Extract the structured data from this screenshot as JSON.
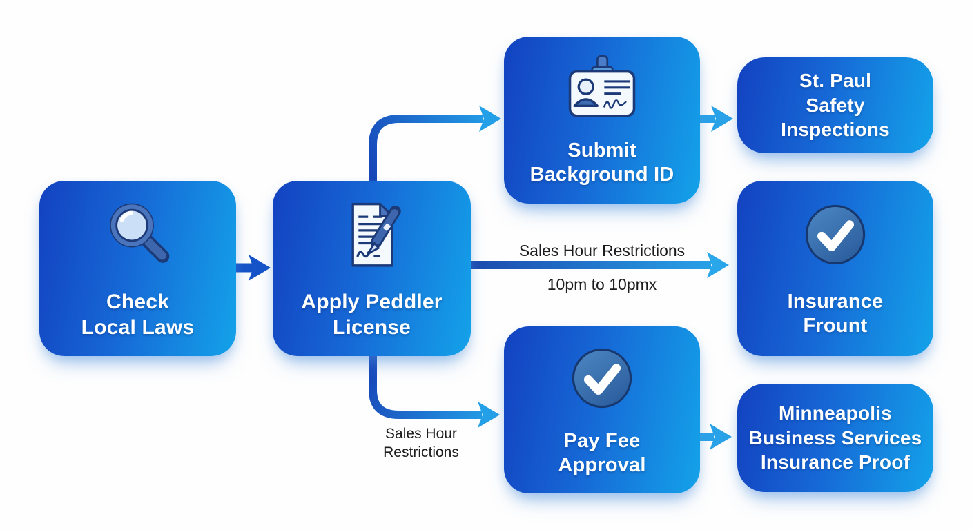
{
  "diagram": {
    "title": "Peddler license application flowchart",
    "colors": {
      "background": "#fefefe",
      "node_gradient_start": "#1342c0",
      "node_gradient_end": "#14a2e9",
      "node_outline_navy": "#1c3a78",
      "arrow_dark": "#1850c6",
      "arrow_light": "#27a2e9",
      "label_text": "#1c1c1e",
      "node_text": "#ffffff"
    },
    "nodes": [
      {
        "id": "check-local-laws",
        "label": "Check\nLocal Laws",
        "icon": "magnifier-icon"
      },
      {
        "id": "apply-peddler-license",
        "label": "Apply Peddler\nLicense",
        "icon": "document-pen-icon"
      },
      {
        "id": "submit-background-id",
        "label": "Submit\nBackground ID",
        "icon": "id-card-icon"
      },
      {
        "id": "st-paul-safety-inspections",
        "label": "St. Paul\nSafety\nInspections",
        "icon": null
      },
      {
        "id": "insurance-frount",
        "label": "Insurance\nFrount",
        "icon": "checkmark-circle-icon"
      },
      {
        "id": "pay-fee-approval",
        "label": "Pay Fee\nApproval",
        "icon": "checkmark-circle-icon"
      },
      {
        "id": "minneapolis-business-services",
        "label": "Minneapolis\nBusiness Services\nInsurance Proof",
        "icon": null
      }
    ],
    "edges": [
      {
        "from": "check-local-laws",
        "to": "apply-peddler-license"
      },
      {
        "from": "apply-peddler-license",
        "to": "submit-background-id"
      },
      {
        "from": "apply-peddler-license",
        "to": "insurance-frount",
        "label": "Sales Hour Restrictions / 10pm to 10pmx"
      },
      {
        "from": "apply-peddler-license",
        "to": "pay-fee-approval",
        "label": "Sales Hour Restrictions"
      },
      {
        "from": "submit-background-id",
        "to": "st-paul-safety-inspections"
      },
      {
        "from": "pay-fee-approval",
        "to": "minneapolis-business-services"
      }
    ],
    "edge_labels": {
      "mid_top": "Sales Hour Restrictions",
      "mid_bottom": "10pm to 10pmx",
      "bottom": "Sales Hour\nRestrictions"
    }
  }
}
